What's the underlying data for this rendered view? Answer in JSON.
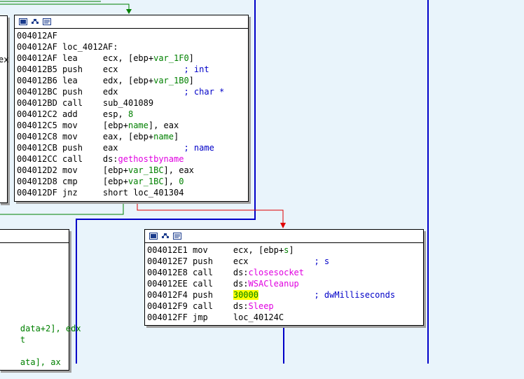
{
  "window": {
    "title": "IDA graph view"
  },
  "node_main": {
    "lines": [
      {
        "addr": "004012AF",
        "rest": ""
      },
      {
        "addr": "004012AF",
        "rest": "loc_4012AF:"
      },
      {
        "addr": "004012AF",
        "mn": "lea",
        "op": "ecx, [ebp+",
        "var": "var_1F0",
        "tail": "]"
      },
      {
        "addr": "004012B5",
        "mn": "push",
        "op": "ecx",
        "cmt": "; int"
      },
      {
        "addr": "004012B6",
        "mn": "lea",
        "op": "edx, [ebp+",
        "var": "var_1B0",
        "tail": "]"
      },
      {
        "addr": "004012BC",
        "mn": "push",
        "op": "edx",
        "cmt": "; char *"
      },
      {
        "addr": "004012BD",
        "mn": "call",
        "op": "sub_401089"
      },
      {
        "addr": "004012C2",
        "mn": "add",
        "op": "esp, ",
        "num": "8"
      },
      {
        "addr": "004012C5",
        "mn": "mov",
        "op": "[ebp+",
        "var": "name",
        "tail": "], eax"
      },
      {
        "addr": "004012C8",
        "mn": "mov",
        "op": "eax, [ebp+",
        "var": "name",
        "tail": "]"
      },
      {
        "addr": "004012CB",
        "mn": "push",
        "op": "eax",
        "cmt": "; name"
      },
      {
        "addr": "004012CC",
        "mn": "call",
        "op": "ds:",
        "api": "gethostbyname"
      },
      {
        "addr": "004012D2",
        "mn": "mov",
        "op": "[ebp+",
        "var": "var_1BC",
        "tail": "], eax"
      },
      {
        "addr": "004012D8",
        "mn": "cmp",
        "op": "[ebp+",
        "var": "var_1BC",
        "tail": "], ",
        "num": "0"
      },
      {
        "addr": "004012DF",
        "mn": "jnz",
        "op": "short loc_401304"
      }
    ]
  },
  "node_right": {
    "lines": [
      {
        "addr": "004012E1",
        "mn": "mov",
        "op": "ecx, [ebp+",
        "var": "s",
        "tail": "]"
      },
      {
        "addr": "004012E7",
        "mn": "push",
        "op": "ecx",
        "cmt": "; s"
      },
      {
        "addr": "004012E8",
        "mn": "call",
        "op": "ds:",
        "api": "closesocket"
      },
      {
        "addr": "004012EE",
        "mn": "call",
        "op": "ds:",
        "api": "WSACleanup"
      },
      {
        "addr": "004012F4",
        "mn": "push",
        "hlnum": "30000",
        "cmt": "; dwMilliseconds"
      },
      {
        "addr": "004012F9",
        "mn": "call",
        "op": "ds:",
        "api": "Sleep"
      },
      {
        "addr": "004012FF",
        "mn": "jmp",
        "op": "loc_40124C"
      }
    ]
  },
  "node_left_partial": {
    "top_text": "ex",
    "lines": [
      "data+2], edx",
      "t",
      "",
      "ata], ax"
    ]
  },
  "colors": {
    "background": "#e9f4fb",
    "edge_true": "#008000",
    "edge_false": "#e00000",
    "edge_jump": "#0000c8",
    "api": "#e000e0"
  }
}
